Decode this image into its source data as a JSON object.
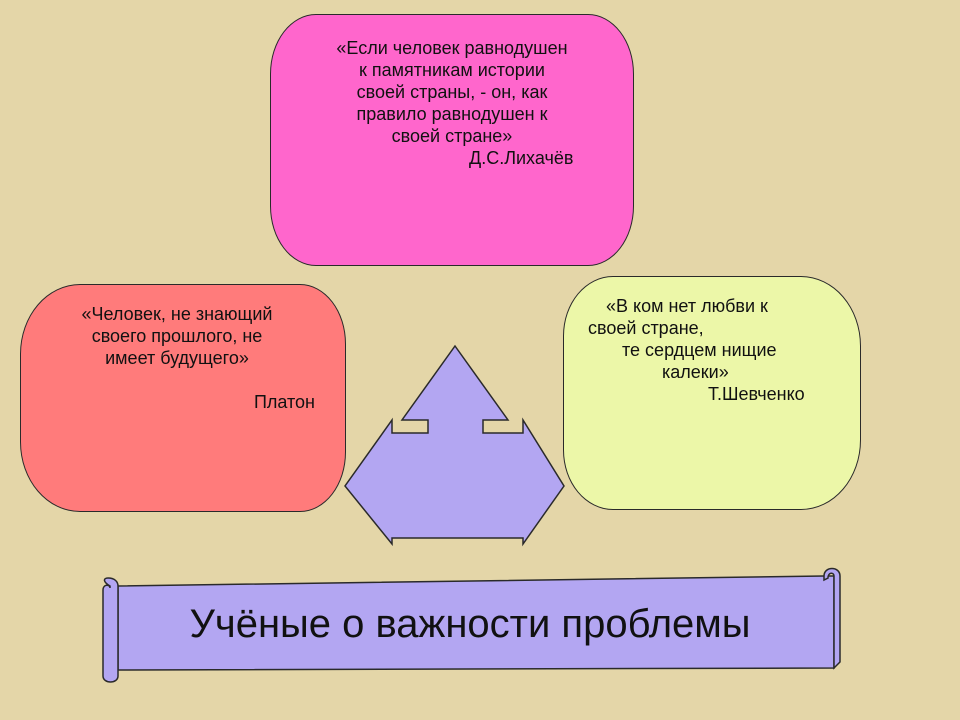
{
  "quotes": {
    "top": {
      "lines": [
        "«Если человек равнодушен",
        "к памятникам истории",
        "своей страны, - он, как",
        "правило равнодушен к",
        "своей стране»"
      ],
      "author": "Д.С.Лихачёв",
      "color": "#ff66cc"
    },
    "left": {
      "lines": [
        "«Человек, не знающий",
        "своего прошлого, не",
        "имеет будущего»"
      ],
      "author": "Платон",
      "color": "#ff7b7b"
    },
    "right": {
      "lines": [
        "«В ком нет любви к",
        "своей стране,",
        "те сердцем нищие",
        "калеки»"
      ],
      "author": "Т.Шевченко",
      "color": "#ecf7a8"
    }
  },
  "arrow": {
    "icon": "three-way-arrow-icon",
    "color": "#b3a6f2"
  },
  "banner": {
    "title": "Учёные о важности проблемы",
    "icon": "scroll-banner-icon",
    "color": "#b3a6f2"
  },
  "background_color": "#e4d6a8"
}
